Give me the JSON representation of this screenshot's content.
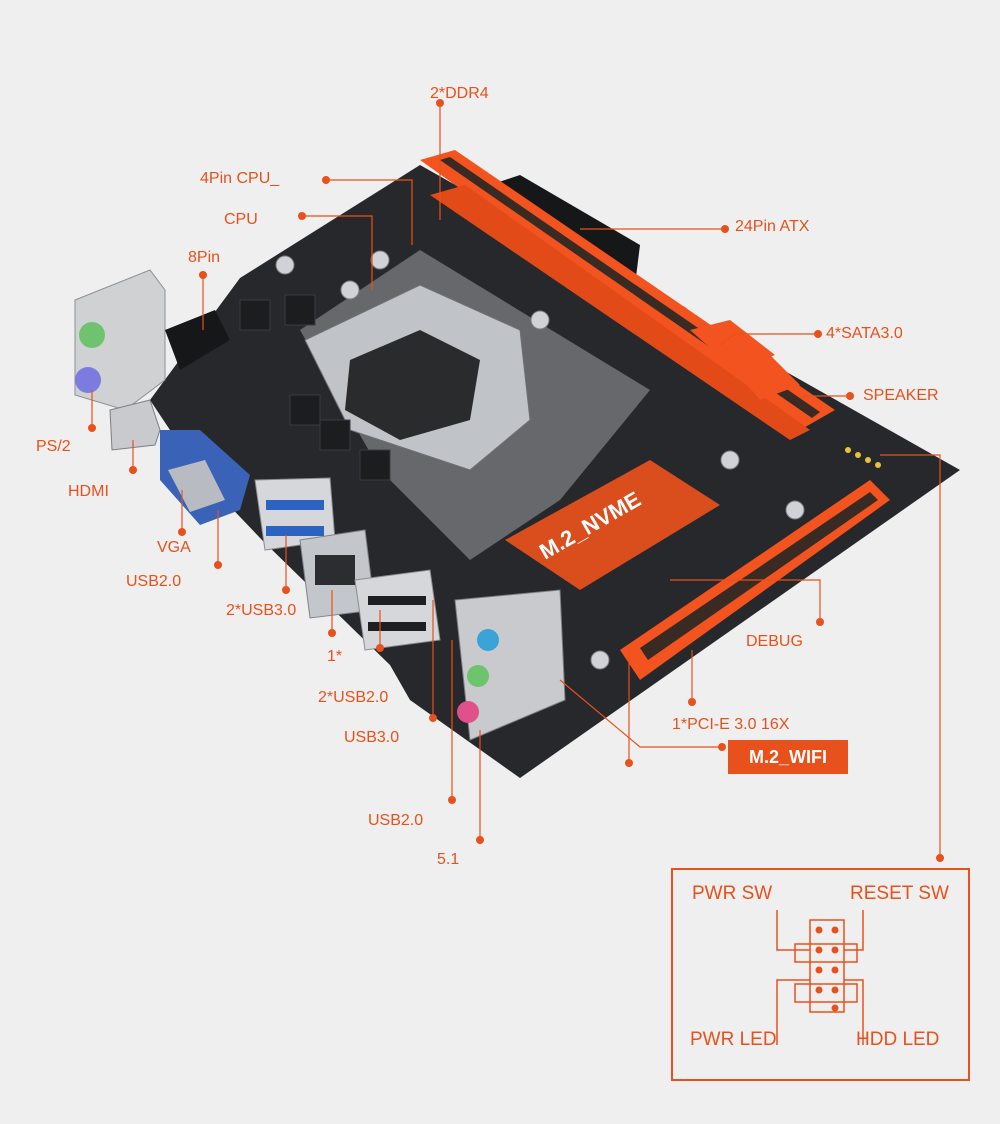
{
  "colors": {
    "accent": "#e8511b",
    "background": "#efefef",
    "board": "#26282b",
    "slot": "#f2531f"
  },
  "labels": {
    "ddr4": "2*DDR4",
    "cpu4pin": "4Pin CPU_",
    "cpu": "CPU",
    "pin8": "8Pin",
    "atx24": "24Pin ATX",
    "sata": "4*SATA3.0",
    "speaker": "SPEAKER",
    "ps2": "PS/2",
    "hdmi": "HDMI",
    "vga": "VGA",
    "usb20_a": "USB2.0",
    "usb30x2": "2*USB3.0",
    "lan": "1*",
    "usb20x2": "2*USB2.0",
    "usb30": "USB3.0",
    "usb20_b": "USB2.0",
    "audio": "5.1",
    "debug": "DEBUG",
    "pcie": "1*PCI-E 3.0 16X",
    "m2_wifi": "M.2_WIFI",
    "m2_nvme": "M.2_NVME"
  },
  "front_panel": {
    "pwr_sw": "PWR SW",
    "reset_sw": "RESET SW",
    "pwr_led": "PWR LED",
    "hdd_led": "HDD  LED"
  }
}
